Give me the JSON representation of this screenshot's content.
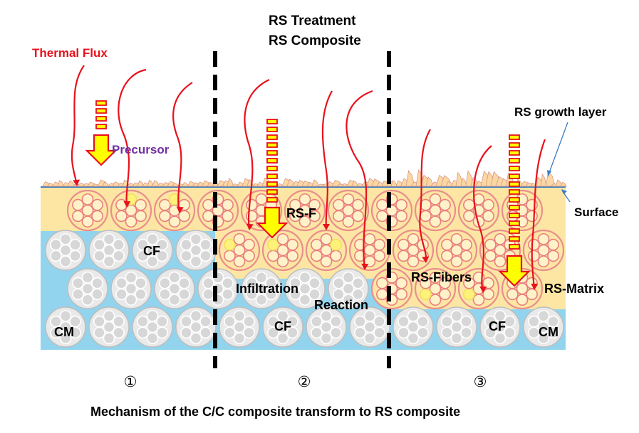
{
  "title_top": {
    "line1": "RS Treatment",
    "line2": "RS Composite"
  },
  "labels": {
    "thermal_flux": "Thermal Flux",
    "precursor": "Precursor",
    "rs_growth_layer": "RS growth layer",
    "surface": "Surface",
    "rs_f": "RS-F",
    "cf_1": "CF",
    "cf_2": "CF",
    "cf_3": "CF",
    "infiltration": "Infiltration",
    "reaction": "Reaction",
    "rs_fibers": "RS-Fibers",
    "rs_matrix": "RS-Matrix",
    "cm_1": "CM",
    "cm_3": "CM"
  },
  "stages": [
    "①",
    "②",
    "③"
  ],
  "caption": "Mechanism of the C/C composite transform to RS composite",
  "colors": {
    "matrix_blue": "#92d4ee",
    "reacted_yellow": "#fde6a3",
    "flux_red": "#e8111c",
    "arrow_yellow": "#ffff00",
    "precursor_purple": "#7030a0",
    "leader_blue": "#3b7bc4"
  }
}
